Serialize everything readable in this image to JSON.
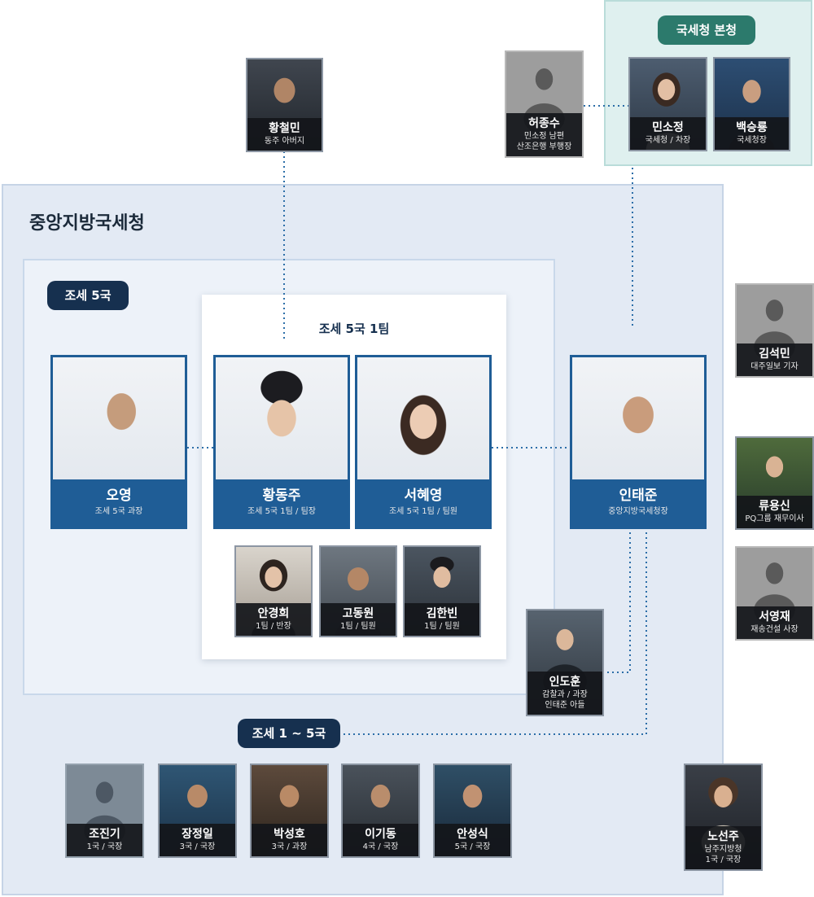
{
  "hq": {
    "title": "국세청 본청"
  },
  "office": {
    "title": "중앙지방국세청"
  },
  "bureau5": {
    "title": "조세 5국"
  },
  "team1": {
    "title": "조세 5국 1팀"
  },
  "bureaus": {
    "title": "조세 1 ~ 5국"
  },
  "people": {
    "hwang_cheolmin": {
      "name": "황철민",
      "role": "동주 아버지"
    },
    "heo_jongsu": {
      "name": "허종수",
      "role": "민소정 남편",
      "role2": "산조은행 부행장"
    },
    "min_sojeong": {
      "name": "민소정",
      "role": "국세청 / 차장"
    },
    "baek_seungryong": {
      "name": "백승룡",
      "role": "국세청장"
    },
    "oh_young": {
      "name": "오영",
      "role": "조세 5국 과장"
    },
    "hwang_dongju": {
      "name": "황동주",
      "role": "조세 5국 1팀 / 팀장"
    },
    "seo_hyeyoung": {
      "name": "서혜영",
      "role": "조세 5국 1팀 / 팀원"
    },
    "in_taejun": {
      "name": "인태준",
      "role": "중앙지방국세청장"
    },
    "ahn_kyunghee": {
      "name": "안경희",
      "role": "1팀 / 반장"
    },
    "go_dongwon": {
      "name": "고동원",
      "role": "1팀 / 팀원"
    },
    "kim_hanbin": {
      "name": "김한빈",
      "role": "1팀 / 팀원"
    },
    "in_dohun": {
      "name": "인도훈",
      "role": "감찰과 / 과장",
      "role2": "인태준 아들"
    },
    "kim_seokmin": {
      "name": "김석민",
      "role": "대주일보 기자"
    },
    "ryu_yongsin": {
      "name": "류용신",
      "role": "PQ그룹 재무이사"
    },
    "seo_youngjae": {
      "name": "서영재",
      "role": "재송건설 사장"
    },
    "jo_jingi": {
      "name": "조진기",
      "role": "1국 / 국장"
    },
    "jang_jeongil": {
      "name": "장정일",
      "role": "3국 / 국장"
    },
    "park_seongho": {
      "name": "박성호",
      "role": "3국 / 과장"
    },
    "lee_gidong": {
      "name": "이기동",
      "role": "4국 / 국장"
    },
    "ahn_seongsik": {
      "name": "안성식",
      "role": "5국 / 국장"
    },
    "noh_seonju": {
      "name": "노선주",
      "role": "남주지방청",
      "role2": "1국 / 국장"
    }
  },
  "colors": {
    "navy": "#16304f",
    "teal": "#2c7a6c",
    "card_blue": "#1f5d96",
    "connector": "#2c6ea8"
  }
}
